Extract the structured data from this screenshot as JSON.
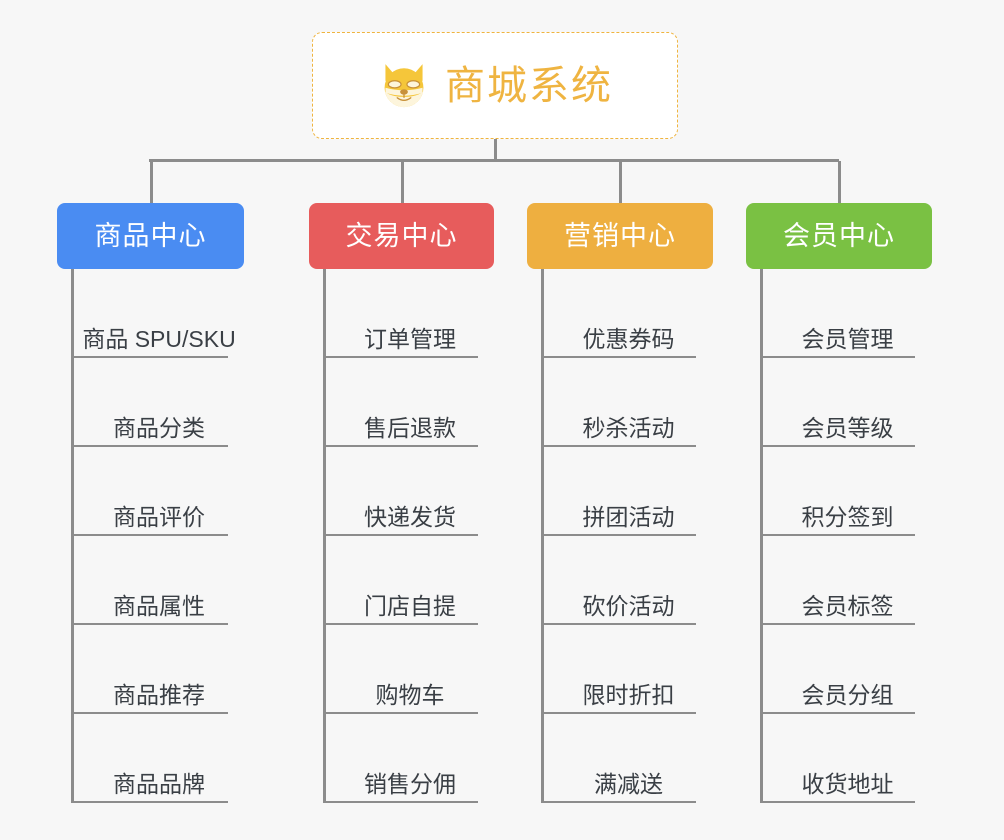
{
  "page": {
    "background_color": "#f7f7f7",
    "line_color": "#8c8c8c",
    "leaf_text_color": "#3a3f45"
  },
  "root": {
    "title": "商城系统",
    "icon": "dog-face-icon",
    "accent_color": "#efb441",
    "border_color": "#efb43f",
    "background_color": "#ffffff"
  },
  "columns": [
    {
      "id": "product-center",
      "label": "商品中心",
      "color": "#4a8cf2",
      "items": [
        {
          "label": "商品 SPU/SKU"
        },
        {
          "label": "商品分类"
        },
        {
          "label": "商品评价"
        },
        {
          "label": "商品属性"
        },
        {
          "label": "商品推荐"
        },
        {
          "label": "商品品牌"
        }
      ]
    },
    {
      "id": "trade-center",
      "label": "交易中心",
      "color": "#e75c5c",
      "items": [
        {
          "label": "订单管理"
        },
        {
          "label": "售后退款"
        },
        {
          "label": "快递发货"
        },
        {
          "label": "门店自提"
        },
        {
          "label": "购物车"
        },
        {
          "label": "销售分佣"
        }
      ]
    },
    {
      "id": "marketing-center",
      "label": "营销中心",
      "color": "#eeaf40",
      "items": [
        {
          "label": "优惠券码"
        },
        {
          "label": "秒杀活动"
        },
        {
          "label": "拼团活动"
        },
        {
          "label": "砍价活动"
        },
        {
          "label": "限时折扣"
        },
        {
          "label": "满减送"
        }
      ]
    },
    {
      "id": "member-center",
      "label": "会员中心",
      "color": "#7ac143",
      "items": [
        {
          "label": "会员管理"
        },
        {
          "label": "会员等级"
        },
        {
          "label": "积分签到"
        },
        {
          "label": "会员标签"
        },
        {
          "label": "会员分组"
        },
        {
          "label": "收货地址"
        }
      ]
    }
  ]
}
